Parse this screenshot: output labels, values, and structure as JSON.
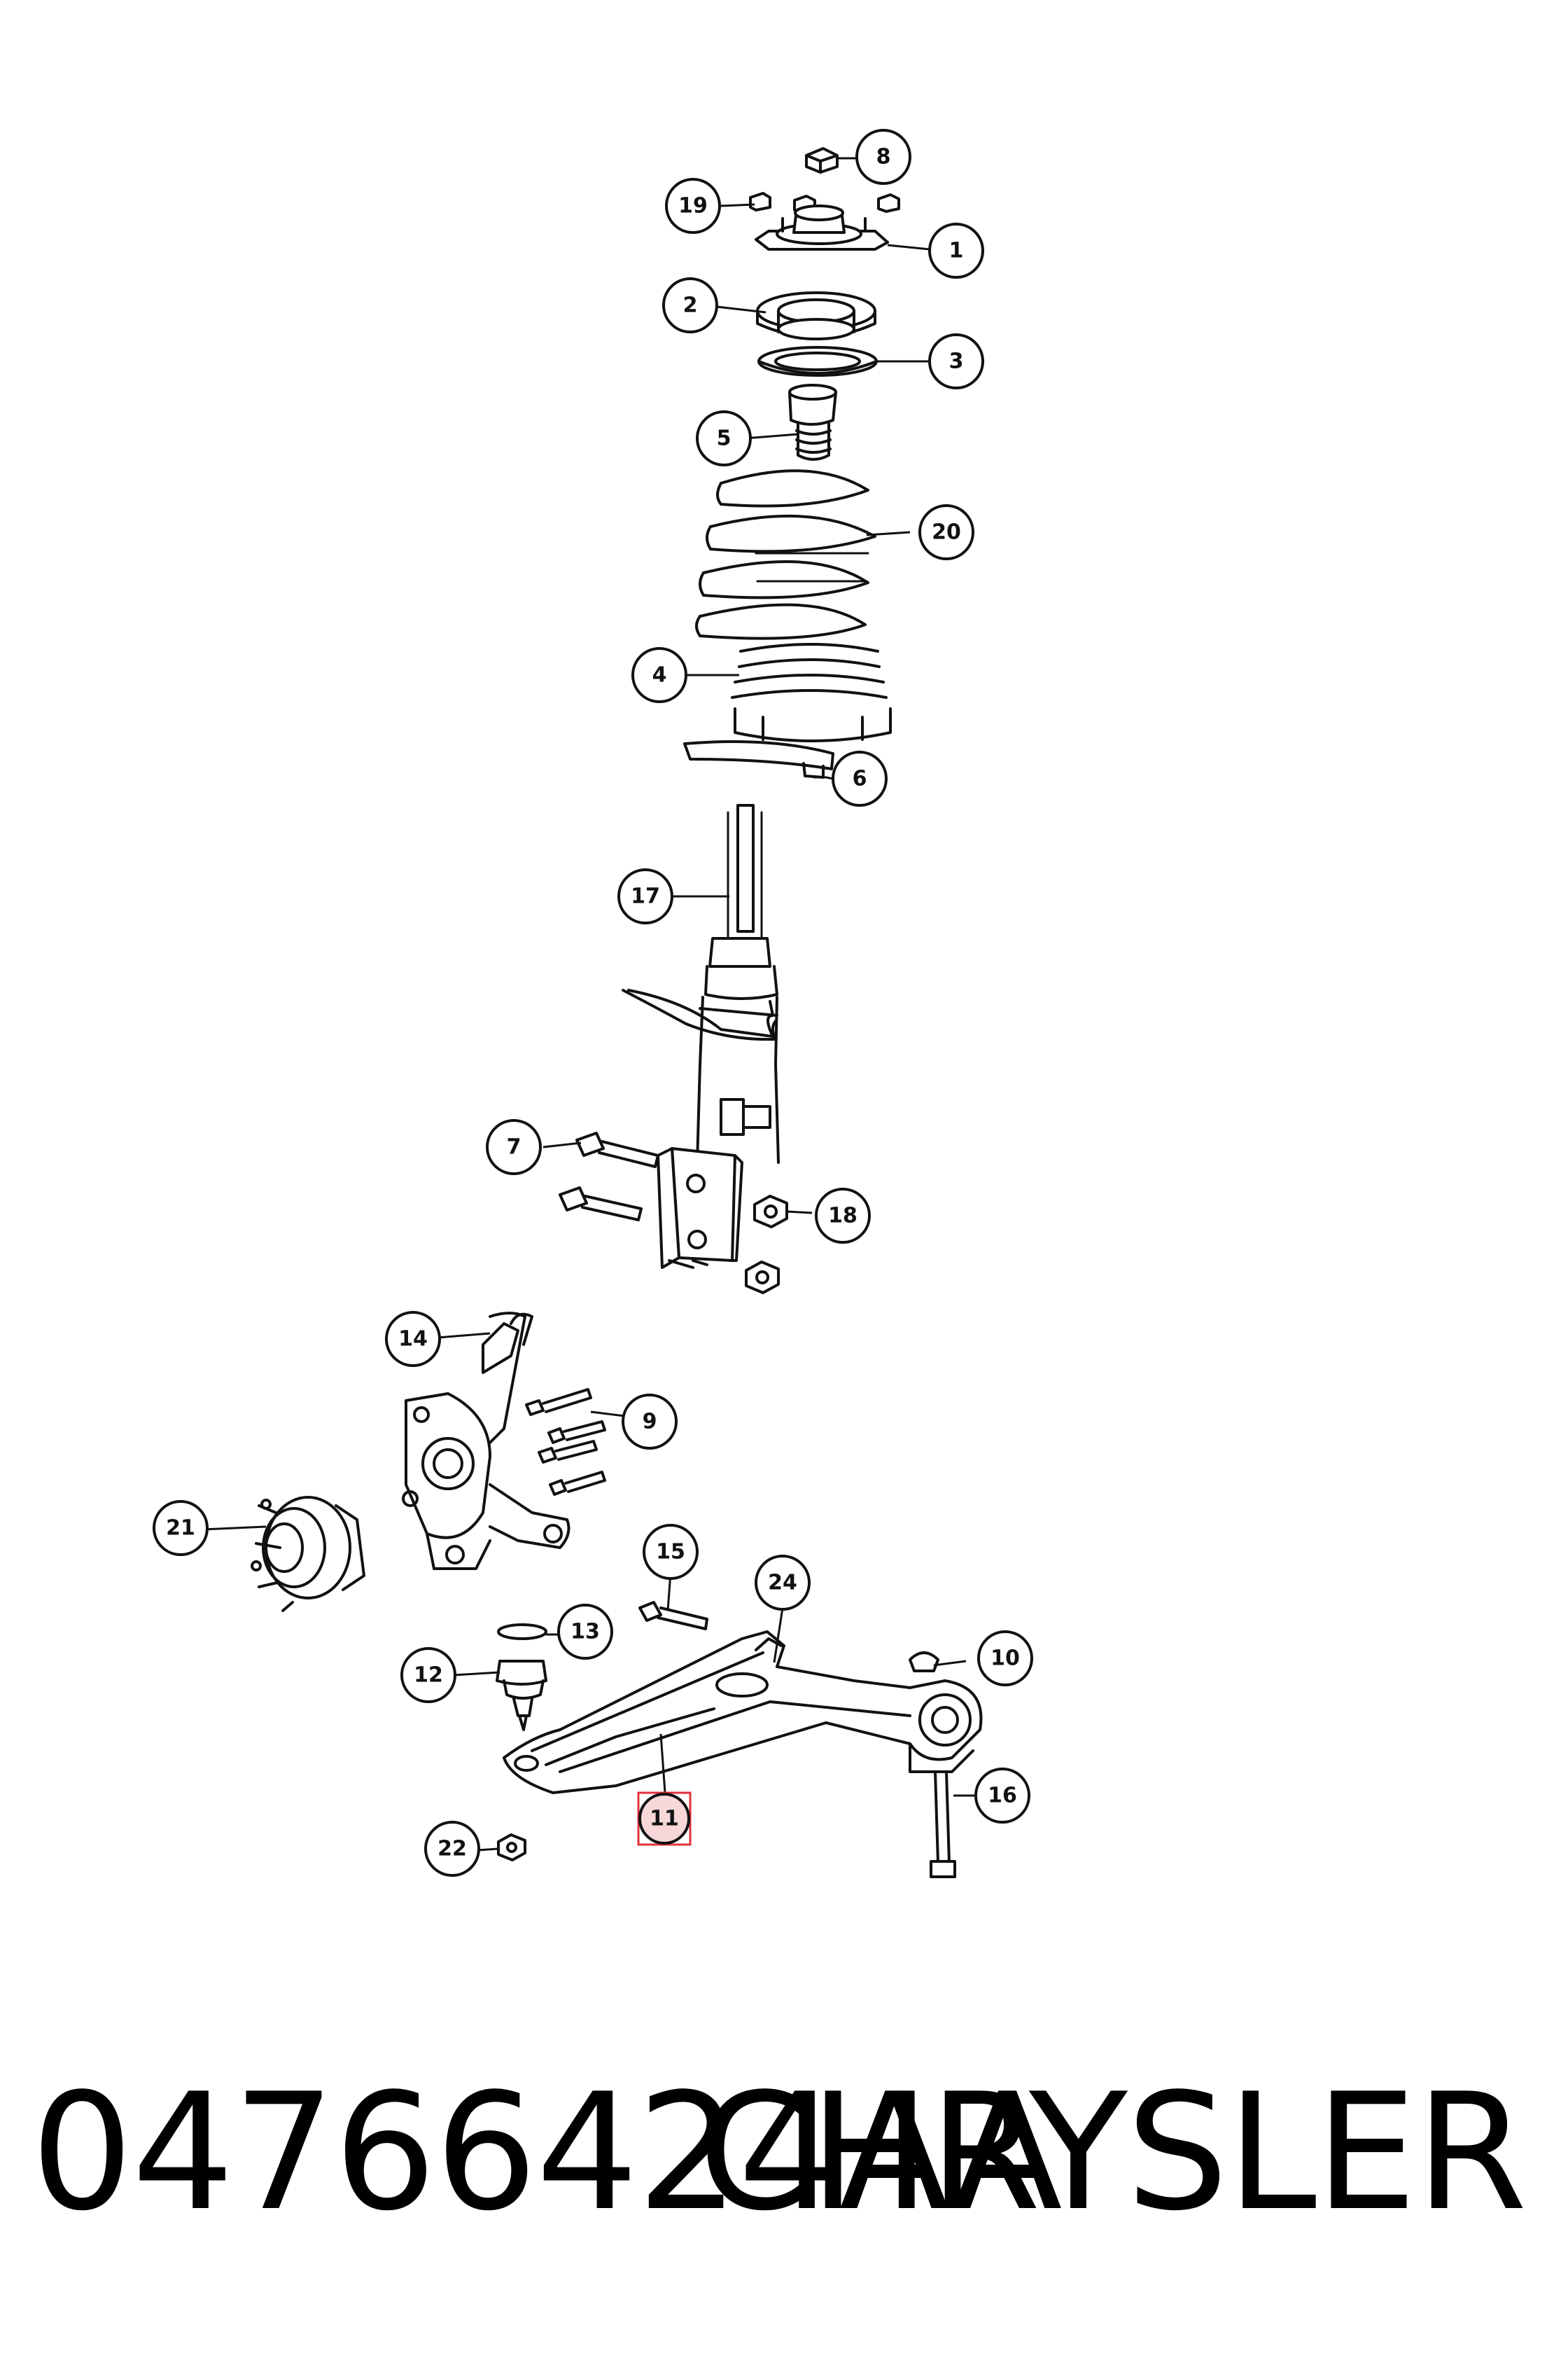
{
  "callouts": [
    {
      "id": "c1",
      "label": "1"
    },
    {
      "id": "c2",
      "label": "2"
    },
    {
      "id": "c3",
      "label": "3"
    },
    {
      "id": "c4",
      "label": "4"
    },
    {
      "id": "c5",
      "label": "5"
    },
    {
      "id": "c6",
      "label": "6"
    },
    {
      "id": "c7",
      "label": "7"
    },
    {
      "id": "c8",
      "label": "8"
    },
    {
      "id": "c9",
      "label": "9"
    },
    {
      "id": "c10",
      "label": "10"
    },
    {
      "id": "c11",
      "label": "11"
    },
    {
      "id": "c12",
      "label": "12"
    },
    {
      "id": "c13",
      "label": "13"
    },
    {
      "id": "c14",
      "label": "14"
    },
    {
      "id": "c15",
      "label": "15"
    },
    {
      "id": "c16",
      "label": "16"
    },
    {
      "id": "c17",
      "label": "17"
    },
    {
      "id": "c18",
      "label": "18"
    },
    {
      "id": "c19",
      "label": "19"
    },
    {
      "id": "c20",
      "label": "20"
    },
    {
      "id": "c21",
      "label": "21"
    },
    {
      "id": "c22",
      "label": "22"
    },
    {
      "id": "c24",
      "label": "24"
    }
  ],
  "highlighted_callout": "11",
  "highlight_color": "#e0323c",
  "footer": {
    "part_number": "04766424AA",
    "brand": "CHRYSLER"
  }
}
